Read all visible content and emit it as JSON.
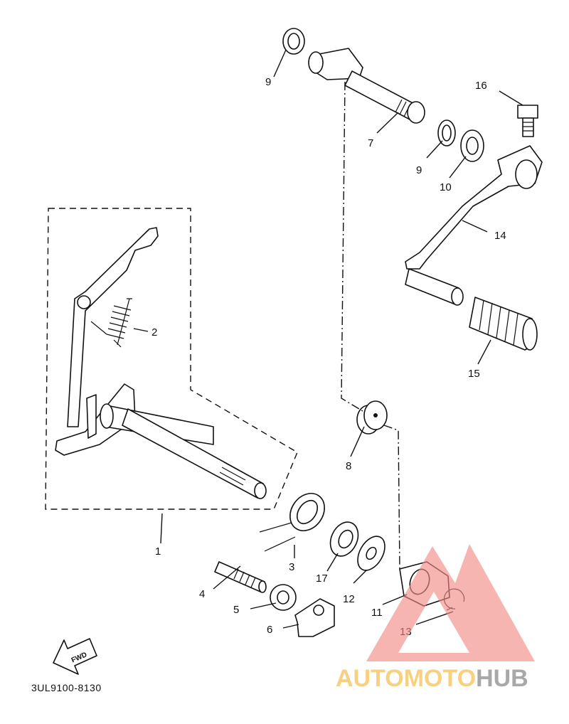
{
  "diagram": {
    "part_code": "3UL9100-8130",
    "fwd_label": "FWD",
    "callouts": [
      {
        "id": "c1",
        "text": "1"
      },
      {
        "id": "c2",
        "text": "2"
      },
      {
        "id": "c3",
        "text": "3"
      },
      {
        "id": "c4",
        "text": "4"
      },
      {
        "id": "c5",
        "text": "5"
      },
      {
        "id": "c6",
        "text": "6"
      },
      {
        "id": "c7",
        "text": "7"
      },
      {
        "id": "c8",
        "text": "8"
      },
      {
        "id": "c9a",
        "text": "9"
      },
      {
        "id": "c9b",
        "text": "9"
      },
      {
        "id": "c10",
        "text": "10"
      },
      {
        "id": "c11",
        "text": "11"
      },
      {
        "id": "c12",
        "text": "12"
      },
      {
        "id": "c13",
        "text": "13"
      },
      {
        "id": "c14",
        "text": "14"
      },
      {
        "id": "c15",
        "text": "15"
      },
      {
        "id": "c16",
        "text": "16"
      },
      {
        "id": "c17",
        "text": "17"
      }
    ]
  },
  "watermark": {
    "text_a": "AUTOMOTO",
    "text_b": "HUB",
    "color_a": "#f7c96b",
    "color_b": "#f59a94",
    "color_c": "#9a9a9a"
  }
}
